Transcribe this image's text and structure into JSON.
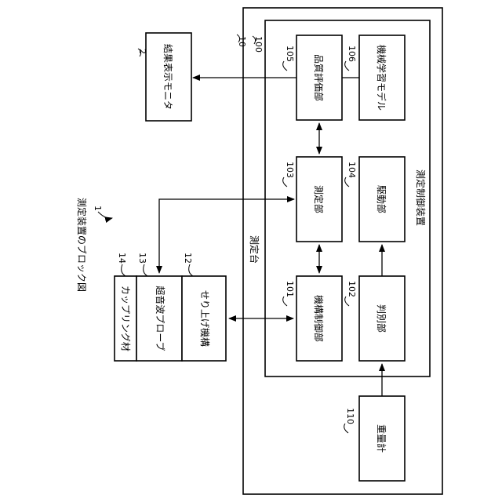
{
  "figure": {
    "caption": "測定装置のブロック図",
    "ref_main": "1"
  },
  "nodes": {
    "results_monitor": {
      "label": "結果表示モニタ",
      "ref": "2"
    },
    "measuring_table": {
      "label": "測定台",
      "ref": "10"
    },
    "control_device": {
      "label": "測定制御装置",
      "ref": "100"
    },
    "machine_control": {
      "label": "機構制御部",
      "ref": "101"
    },
    "judgment": {
      "label": "判別部",
      "ref": "102"
    },
    "measurement": {
      "label": "測定部",
      "ref": "103"
    },
    "drive": {
      "label": "駆動部",
      "ref": "104"
    },
    "quality_eval": {
      "label": "品質評価部",
      "ref": "105"
    },
    "ml_model": {
      "label": "機械学習モデル",
      "ref": "106"
    },
    "weighing_scale": {
      "label": "重量計",
      "ref": "110"
    },
    "lift_mechanism": {
      "label": "せり上げ機構",
      "ref": "12"
    },
    "ultrasonic_probe": {
      "label": "超音波プローブ",
      "ref": "13"
    },
    "coupling_material": {
      "label": "カップリング材",
      "ref": "14"
    }
  }
}
